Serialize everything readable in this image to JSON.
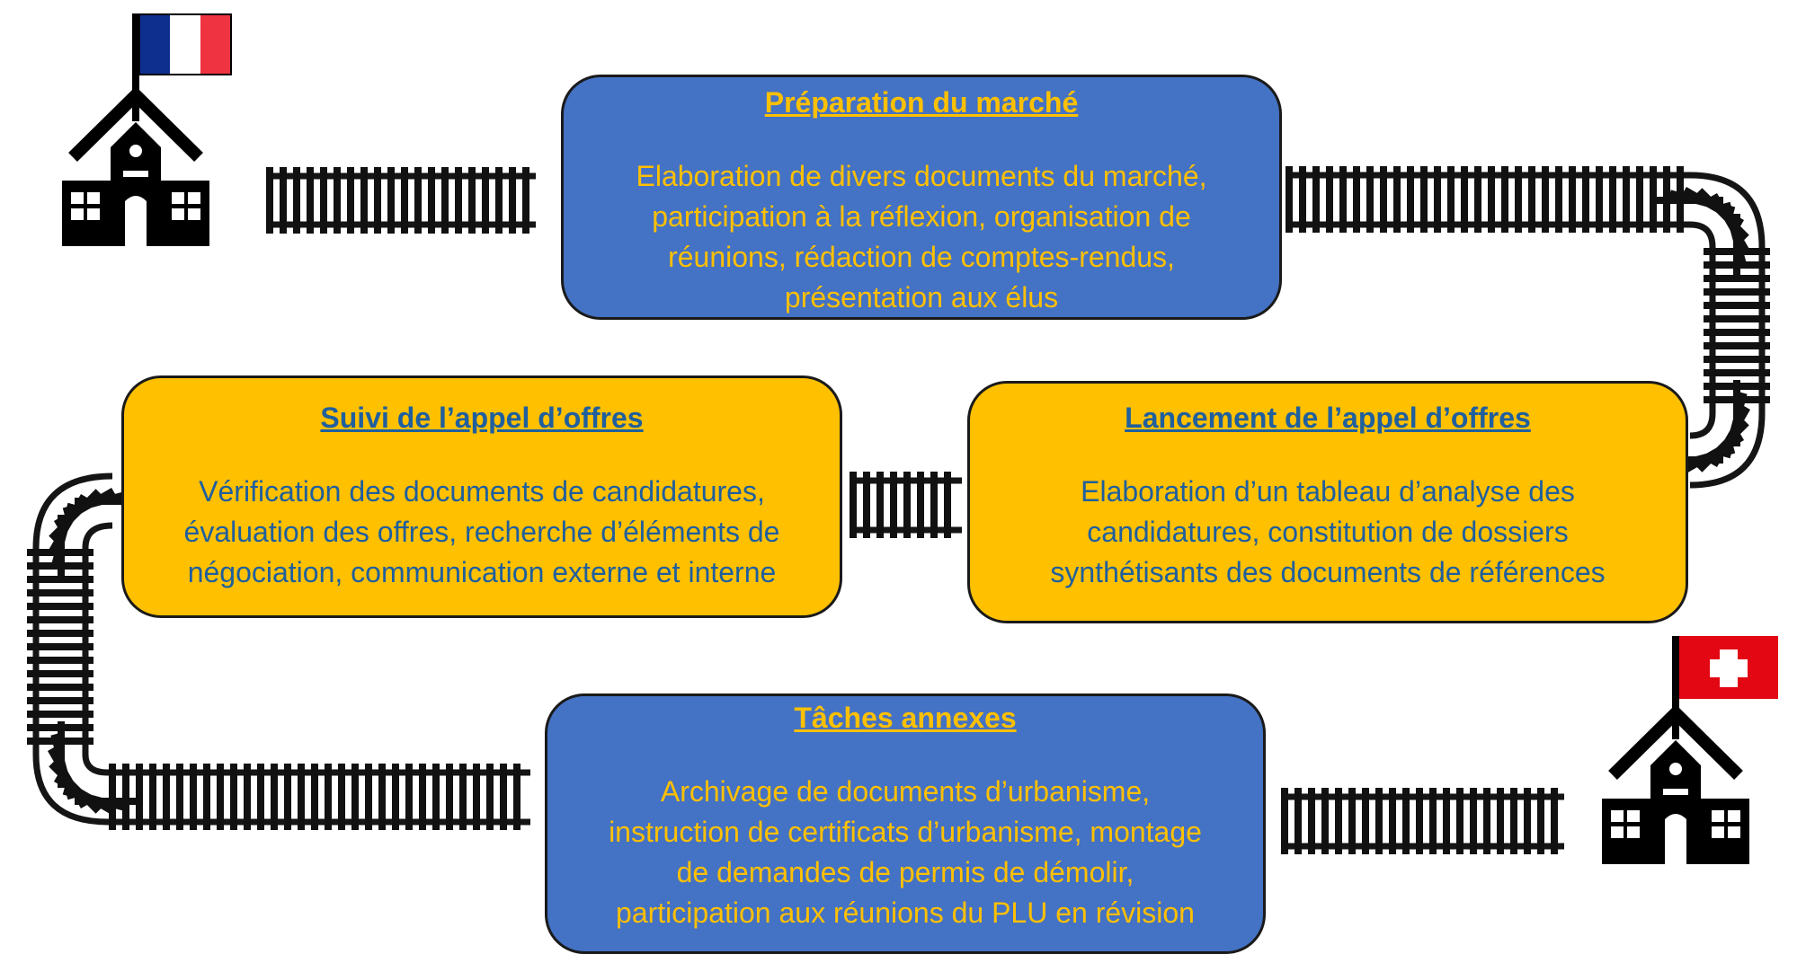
{
  "colors": {
    "blue_box": "#4472c4",
    "gold_box": "#ffc000",
    "gold_text": "#ffc000",
    "blue_text": "#1f5f9e",
    "flag_france": [
      "#0f2f8f",
      "#ffffff",
      "#ef3340"
    ],
    "flag_swiss": [
      "#e30613",
      "#ffffff"
    ]
  },
  "icons": {
    "start": "school-building-icon",
    "end": "school-building-icon",
    "start_flag": "france-flag-icon",
    "end_flag": "switzerland-flag-icon",
    "track": "railway-track-icon"
  },
  "steps": [
    {
      "title": "Préparation du marché",
      "lines": [
        "Elaboration de divers documents du marché,",
        "participation à la réflexion, organisation de",
        "réunions, rédaction de comptes-rendus,",
        "présentation aux élus"
      ]
    },
    {
      "title": "Lancement de l’appel d’offres",
      "lines": [
        "Elaboration d’un tableau d’analyse des",
        "candidatures, constitution de dossiers",
        "synthétisants des documents de références"
      ]
    },
    {
      "title": "Suivi de l’appel d’offres",
      "lines": [
        "Vérification des documents de candidatures,",
        "évaluation des offres, recherche d’éléments de",
        "négociation, communication externe et interne"
      ]
    },
    {
      "title": "Tâches annexes",
      "lines": [
        "Archivage de documents d’urbanisme,",
        "instruction de certificats d’urbanisme, montage",
        "de demandes de permis de démolir,",
        "participation aux réunions du PLU en révision"
      ]
    }
  ]
}
